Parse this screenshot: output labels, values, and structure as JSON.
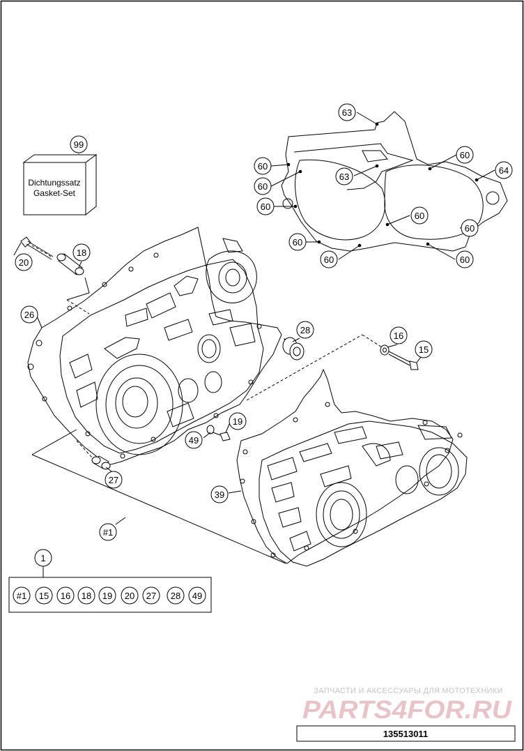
{
  "callouts": {
    "c99": "99",
    "c63a": "63",
    "c63b": "63",
    "c60a": "60",
    "c60b": "60",
    "c60c": "60",
    "c60d": "60",
    "c60e": "60",
    "c60f": "60",
    "c60g": "60",
    "c60h": "60",
    "c60i": "60",
    "c64": "64",
    "c18": "18",
    "c20": "20",
    "c26": "26",
    "c28": "28",
    "c16": "16",
    "c15": "15",
    "c19": "19",
    "c49": "49",
    "c27": "27",
    "c39": "39",
    "c1set": "#1",
    "c1": "1"
  },
  "gasket_box": {
    "line1": "Dichtungssatz",
    "line2": "Gasket-Set"
  },
  "kit_row": [
    "#1",
    "15",
    "16",
    "18",
    "19",
    "20",
    "27",
    "28",
    "49"
  ],
  "watermark": {
    "tagline": "ЗАПЧАСТИ И АКСЕССУАРЫ ДЛЯ МОТОТЕХНИКИ",
    "brand": "PARTS4FOR.RU"
  },
  "part_code": "135513011",
  "colors": {
    "line": "#000000",
    "watermark_red": "#e8c4c8",
    "watermark_gray": "#c4c4c4"
  }
}
